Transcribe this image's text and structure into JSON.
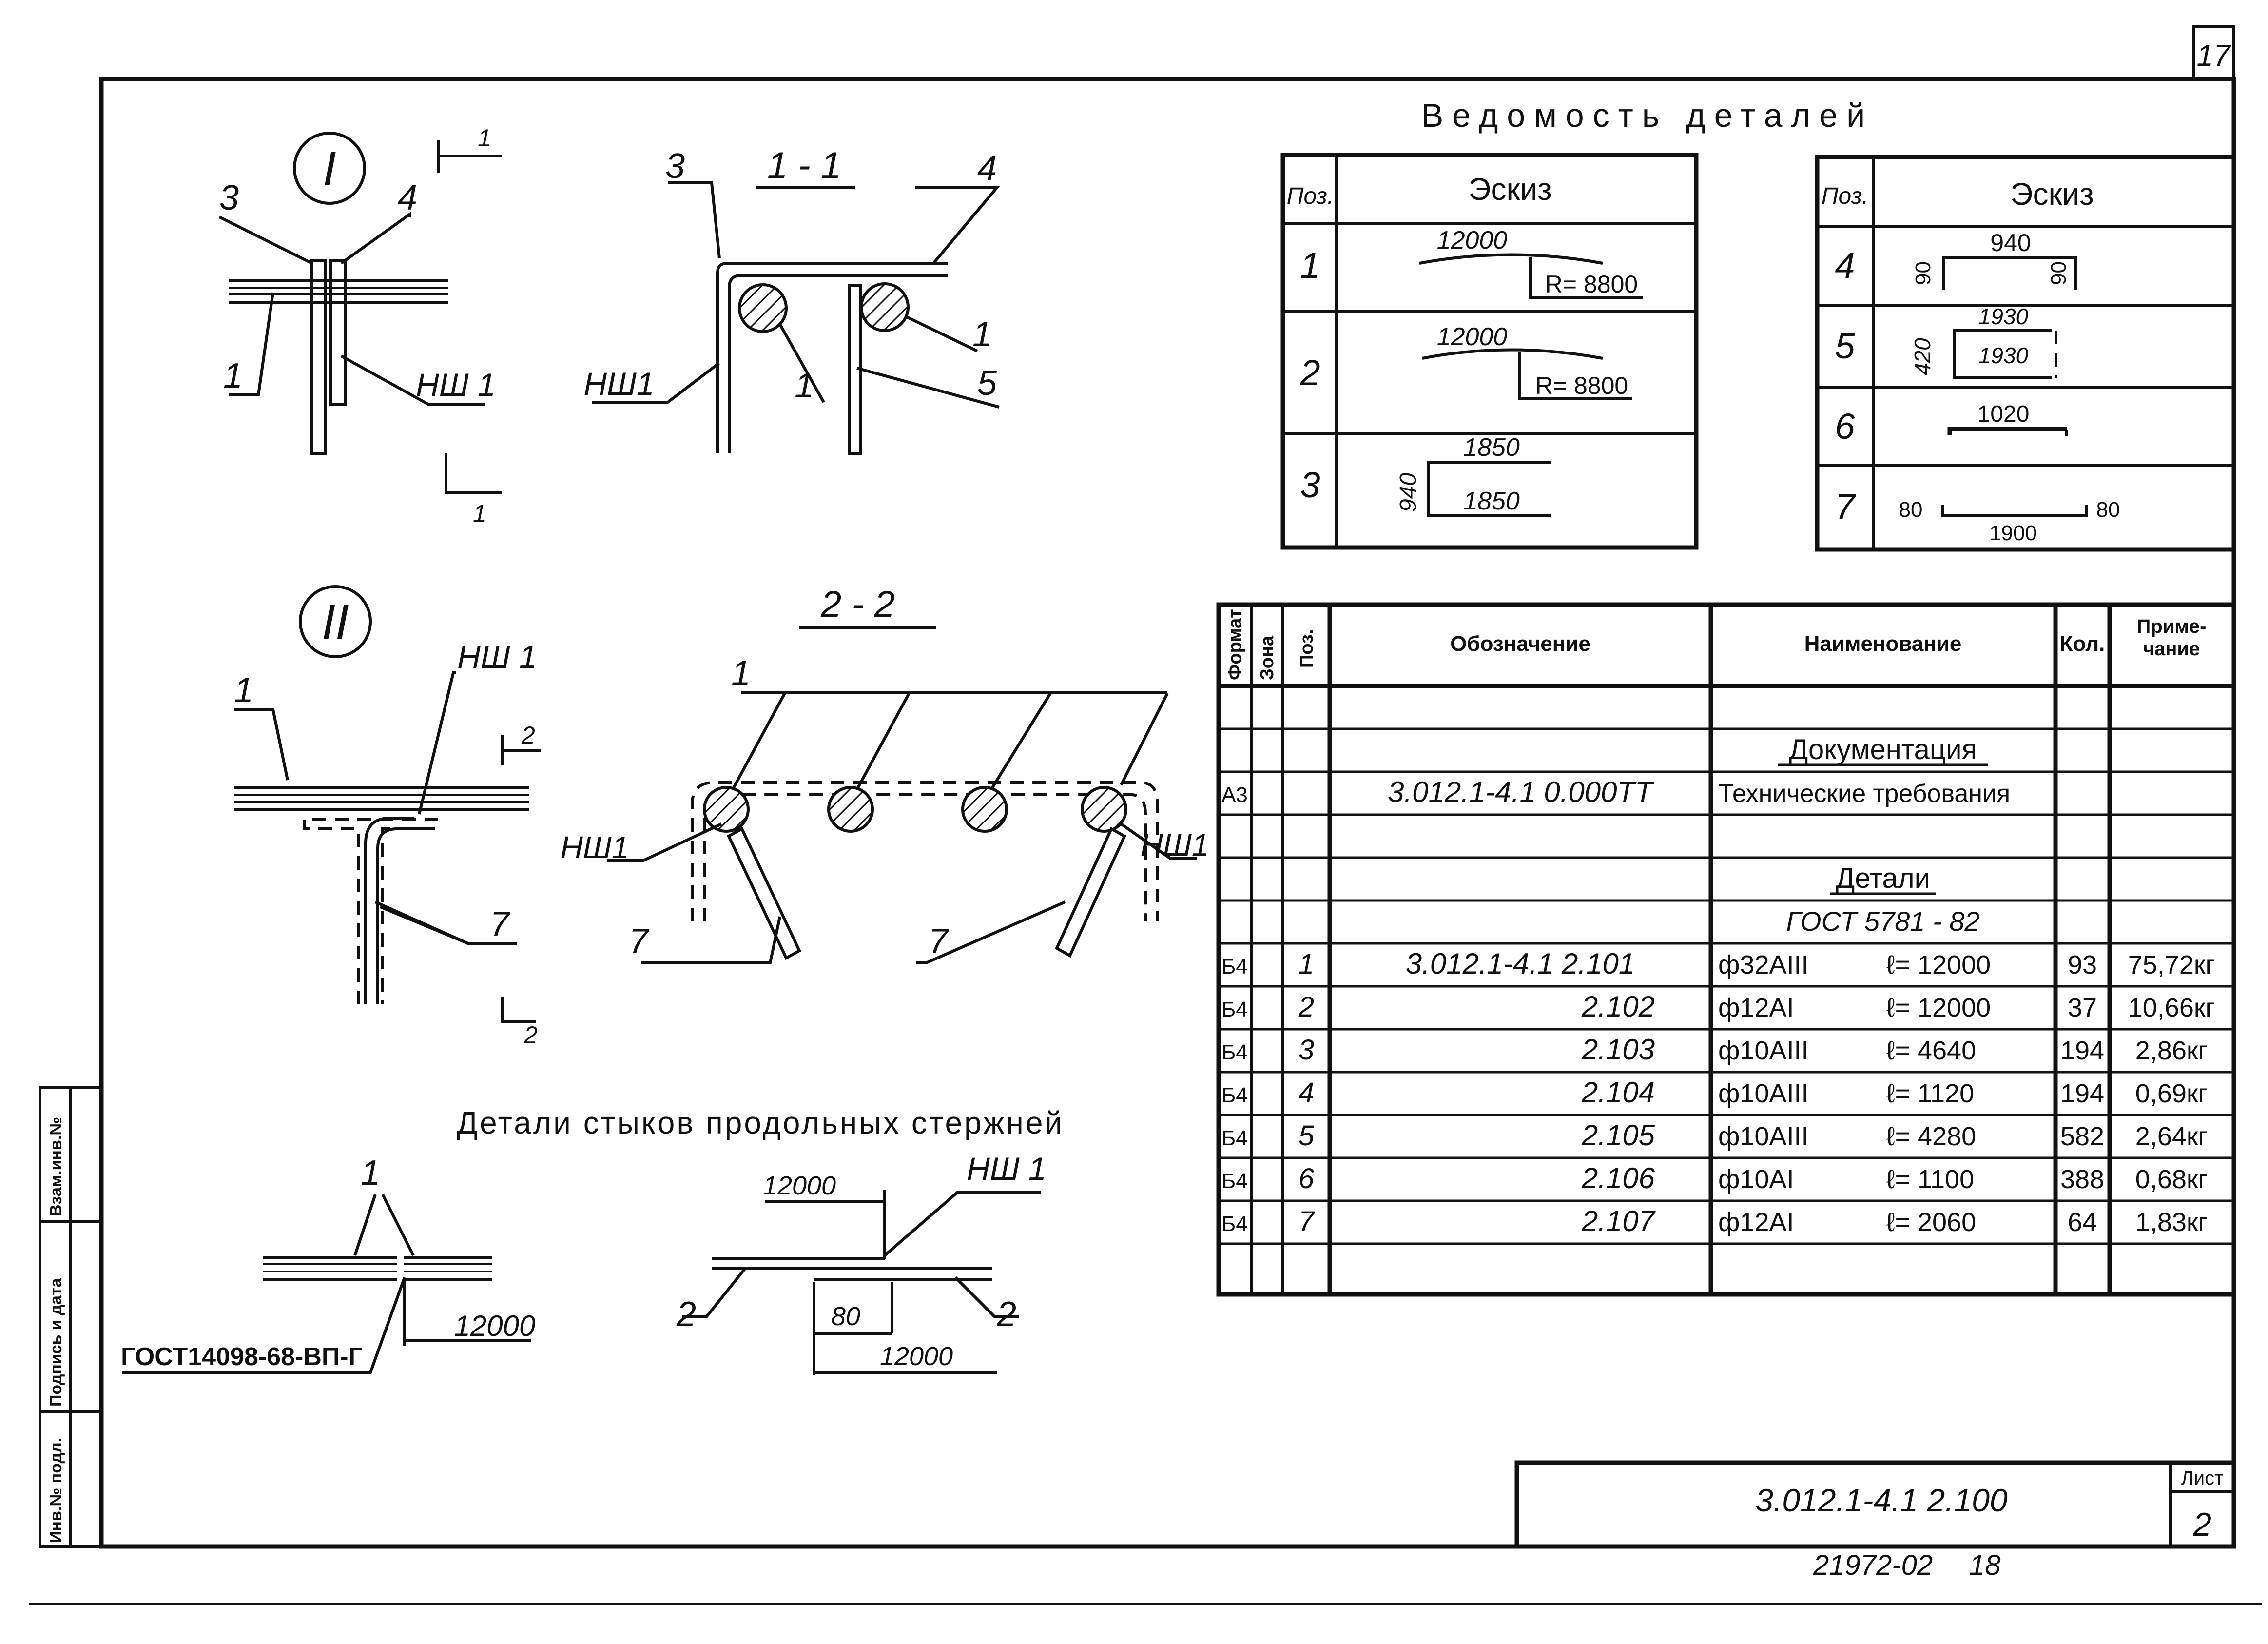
{
  "sheet": {
    "page_corner": "17",
    "doc_code": "3.012.1-4.1 2.100",
    "sheet_label": "Лист",
    "sheet_no": "2",
    "bottom_code": "21972-02",
    "bottom_no": "18"
  },
  "side_stamp": {
    "c1": "Взам.инв.№",
    "c2": "Подпись и дата",
    "c3": "Инв.№ подл."
  },
  "node1": {
    "roman": "I",
    "cut": "1",
    "l3": "3",
    "l4": "4",
    "l1": "1",
    "lnsh": "НШ 1"
  },
  "section11": {
    "title": "1 - 1",
    "l3": "3",
    "l4": "4",
    "l1a": "1",
    "l1b": "1",
    "l5": "5",
    "lnsh": "НШ1"
  },
  "node2": {
    "roman": "II",
    "cut": "2",
    "l1": "1",
    "lnsh": "НШ 1",
    "l7": "7"
  },
  "section22": {
    "title": "2 - 2",
    "l1": "1",
    "lnsh_left": "НШ1",
    "lnsh_right": "НШ1",
    "l7a": "7",
    "l7b": "7"
  },
  "joints": {
    "title": "Детали стыков продольных стержней",
    "l1": "1",
    "gost": "ГОСТ14098-68-ВП-Г",
    "dim_left": "12000",
    "dim_top": "12000",
    "lnsh": "НШ 1",
    "l2a": "2",
    "l2b": "2",
    "dim_80": "80",
    "dim_bottom": "12000"
  },
  "details_sheet": {
    "title": "Ведомость деталей",
    "col_pos": "Поз.",
    "col_sketch": "Эскиз",
    "left": [
      {
        "pos": "1",
        "d1": "12000",
        "d2": "R= 8800"
      },
      {
        "pos": "2",
        "d1": "12000",
        "d2": "R= 8800"
      },
      {
        "pos": "3",
        "d1": "1850",
        "d2": "1850",
        "d3": "940"
      }
    ],
    "right": [
      {
        "pos": "4",
        "d1": "940",
        "d2": "90",
        "d3": "90"
      },
      {
        "pos": "5",
        "d1": "1930",
        "d2": "1930",
        "d3": "420"
      },
      {
        "pos": "6",
        "d1": "1020"
      },
      {
        "pos": "7",
        "d1": "80",
        "d2": "1900",
        "d3": "80"
      }
    ]
  },
  "spec": {
    "headers": {
      "format": "Формат",
      "zone": "Зона",
      "pos": "Поз.",
      "designation": "Обозначение",
      "name": "Наименование",
      "qty": "Кол.",
      "note": "Приме- чание"
    },
    "rows": [
      {
        "f": "",
        "z": "",
        "p": "",
        "d": "",
        "n": "",
        "q": "",
        "note": ""
      },
      {
        "f": "",
        "z": "",
        "p": "",
        "d": "",
        "n": "Документация",
        "q": "",
        "note": "",
        "heading": true
      },
      {
        "f": "А3",
        "z": "",
        "p": "",
        "d": "3.012.1-4.1  0.000ТТ",
        "n": "Технические требования",
        "q": "",
        "note": ""
      },
      {
        "f": "",
        "z": "",
        "p": "",
        "d": "",
        "n": "",
        "q": "",
        "note": ""
      },
      {
        "f": "",
        "z": "",
        "p": "",
        "d": "",
        "n": "Детали",
        "q": "",
        "note": "",
        "heading": true
      },
      {
        "f": "",
        "z": "",
        "p": "",
        "d": "",
        "n": "ГОСТ 5781 - 82",
        "q": "",
        "note": ""
      },
      {
        "f": "Б4",
        "z": "",
        "p": "1",
        "d": "3.012.1-4.1   2.101",
        "n": "ф32АIII",
        "n2": "ℓ= 12000",
        "q": "93",
        "note": "75,72кг"
      },
      {
        "f": "Б4",
        "z": "",
        "p": "2",
        "d": "2.102",
        "n": "ф12АI",
        "n2": "ℓ= 12000",
        "q": "37",
        "note": "10,66кг"
      },
      {
        "f": "Б4",
        "z": "",
        "p": "3",
        "d": "2.103",
        "n": "ф10АIII",
        "n2": "ℓ= 4640",
        "q": "194",
        "note": "2,86кг"
      },
      {
        "f": "Б4",
        "z": "",
        "p": "4",
        "d": "2.104",
        "n": "ф10АIII",
        "n2": "ℓ= 1120",
        "q": "194",
        "note": "0,69кг"
      },
      {
        "f": "Б4",
        "z": "",
        "p": "5",
        "d": "2.105",
        "n": "ф10АIII",
        "n2": "ℓ= 4280",
        "q": "582",
        "note": "2,64кг"
      },
      {
        "f": "Б4",
        "z": "",
        "p": "6",
        "d": "2.106",
        "n": "ф10АI",
        "n2": "ℓ= 1100",
        "q": "388",
        "note": "0,68кг"
      },
      {
        "f": "Б4",
        "z": "",
        "p": "7",
        "d": "2.107",
        "n": "ф12АI",
        "n2": "ℓ= 2060",
        "q": "64",
        "note": "1,83кг"
      },
      {
        "f": "",
        "z": "",
        "p": "",
        "d": "",
        "n": "",
        "q": "",
        "note": ""
      }
    ]
  }
}
